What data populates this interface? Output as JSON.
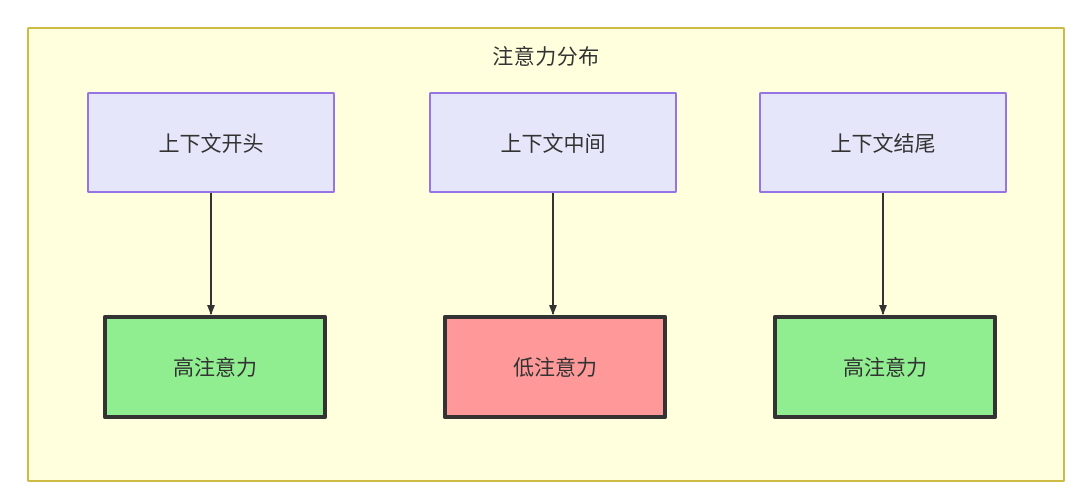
{
  "diagram": {
    "title": "注意力分布",
    "background_color": "#ffffdd",
    "border_color": "#ccbb44",
    "context_nodes": [
      {
        "id": "ctx-start",
        "label": "上下文开头",
        "fill": "#e6e6fa",
        "stroke": "#9673e6"
      },
      {
        "id": "ctx-middle",
        "label": "上下文中间",
        "fill": "#e6e6fa",
        "stroke": "#9673e6"
      },
      {
        "id": "ctx-end",
        "label": "上下文结尾",
        "fill": "#e6e6fa",
        "stroke": "#9673e6"
      }
    ],
    "attention_nodes": [
      {
        "id": "attn-high-1",
        "label": "高注意力",
        "fill": "#90ee90",
        "stroke": "#333333"
      },
      {
        "id": "attn-low",
        "label": "低注意力",
        "fill": "#ff9999",
        "stroke": "#333333"
      },
      {
        "id": "attn-high-2",
        "label": "高注意力",
        "fill": "#90ee90",
        "stroke": "#333333"
      }
    ],
    "edges": [
      {
        "from": "ctx-start",
        "to": "attn-high-1",
        "label": ""
      },
      {
        "from": "ctx-middle",
        "to": "attn-low",
        "label": ""
      },
      {
        "from": "ctx-end",
        "to": "attn-high-2",
        "label": ""
      }
    ]
  }
}
